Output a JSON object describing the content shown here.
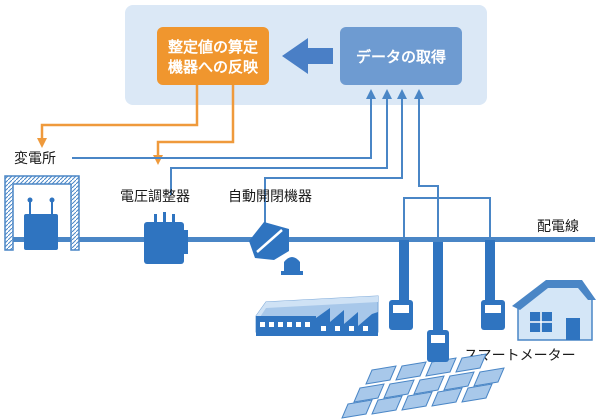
{
  "control_panel": {
    "calc_box": {
      "line1": "整定値の算定",
      "line2": "機器への反映"
    },
    "data_box": {
      "label": "データの取得"
    }
  },
  "labels": {
    "substation": "変電所",
    "voltage_regulator": "電圧調整器",
    "auto_switch": "自動開閉機器",
    "distribution_line": "配電線",
    "smart_meter": "スマートメーター"
  },
  "colors": {
    "panel_bg": "#dbe8f6",
    "calc_box": "#f0962e",
    "data_box": "#6e9bd1",
    "arrow_orange": "#ef9a3c",
    "line_blue": "#4a86c6",
    "device_blue": "#2f74c0",
    "solar_panel": "#a8c8ea"
  },
  "icons": {
    "substation": "substation-icon",
    "voltage_regulator": "voltage-regulator-icon",
    "auto_switch": "auto-switch-icon",
    "factory": "factory-icon",
    "house": "house-icon",
    "solar_array": "solar-array-icon",
    "smart_meter": "smart-meter-icon"
  }
}
